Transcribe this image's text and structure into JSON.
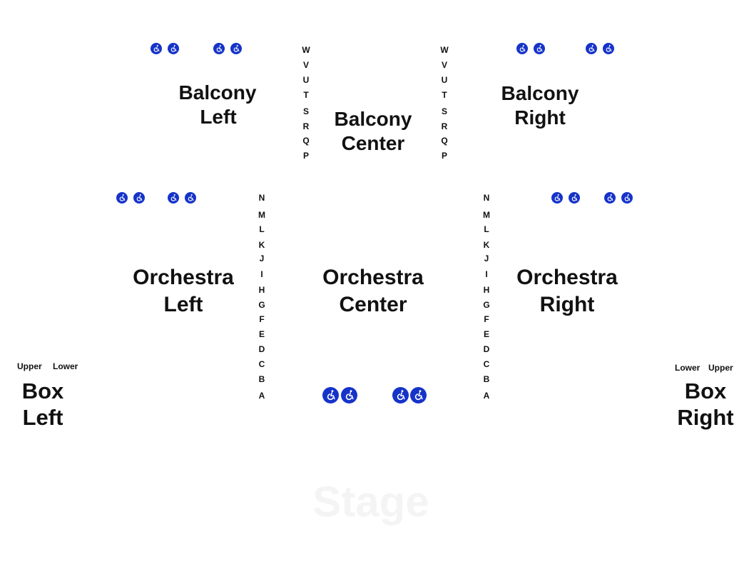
{
  "sections": {
    "balcony_left": [
      "Balcony",
      "Left"
    ],
    "balcony_center": [
      "Balcony",
      "Center"
    ],
    "balcony_right": [
      "Balcony",
      "Right"
    ],
    "orchestra_left": [
      "Orchestra",
      "Left"
    ],
    "orchestra_center": [
      "Orchestra",
      "Center"
    ],
    "orchestra_right": [
      "Orchestra",
      "Right"
    ],
    "box_left": [
      "Box",
      "Left"
    ],
    "box_right": [
      "Box",
      "Right"
    ]
  },
  "box_levels": {
    "left": [
      "Upper",
      "Lower"
    ],
    "right": [
      "Lower",
      "Upper"
    ]
  },
  "balcony_rows": [
    "W",
    "V",
    "U",
    "T",
    "S",
    "R",
    "Q",
    "P"
  ],
  "orchestra_rows": [
    "N",
    "M",
    "L",
    "K",
    "J",
    "I",
    "H",
    "G",
    "F",
    "E",
    "D",
    "C",
    "B",
    "A"
  ],
  "stage_label": "Stage",
  "accessibility_icon": "wheelchair-icon",
  "colors": {
    "accessible": "#1633c9",
    "stage_text": "#f4f4f4",
    "text": "#111111"
  }
}
